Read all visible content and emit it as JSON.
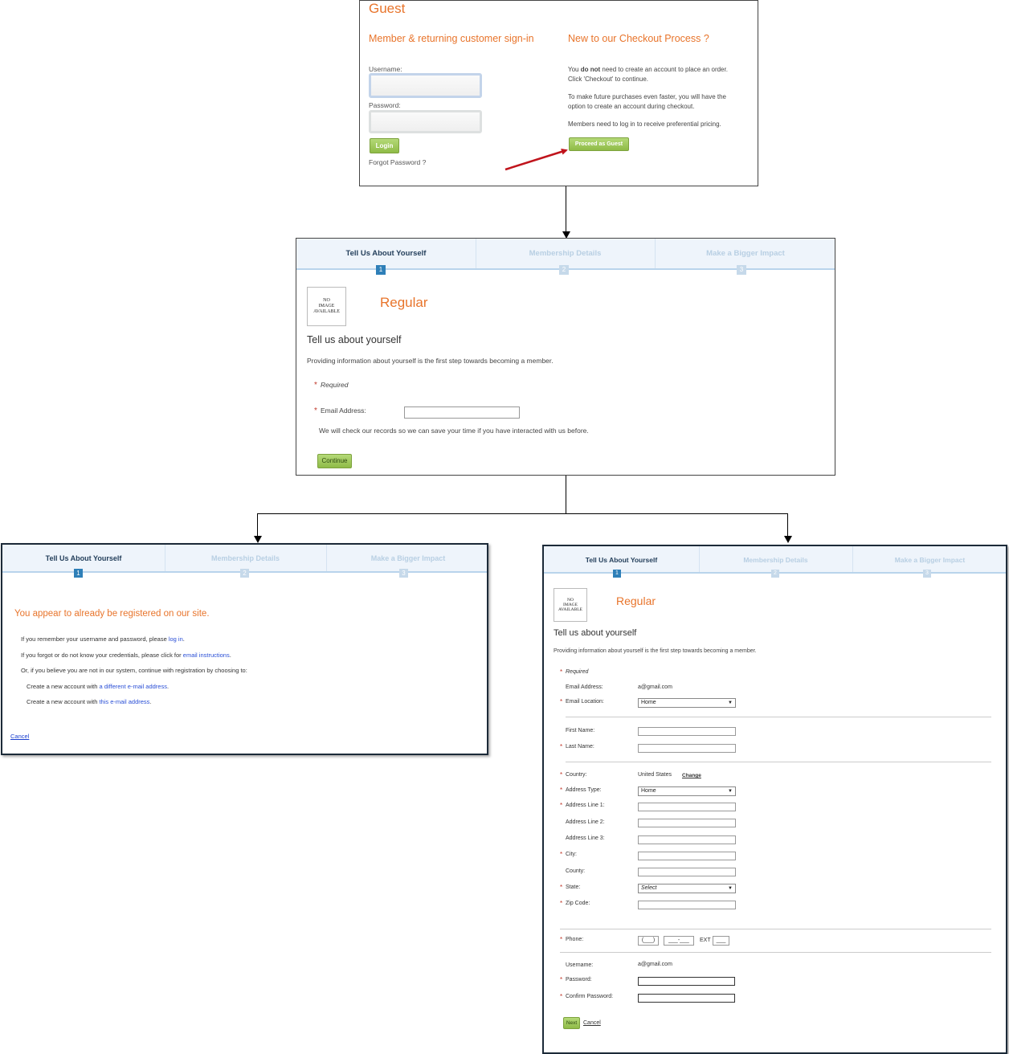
{
  "guest": {
    "title": "Guest",
    "signin_heading": "Member & returning customer sign-in",
    "username_label": "Username:",
    "password_label": "Password:",
    "login_button": "Login",
    "forgot_password": "Forgot Password ?",
    "new_heading": "New to our Checkout Process ?",
    "para1_a": "You ",
    "para1_bold": "do not",
    "para1_b": " need to create an account to place an order.",
    "para1_c": "Click 'Checkout' to continue.",
    "para2_a": "To make future purchases even faster, you will have the",
    "para2_b": "option to create an account during checkout.",
    "para3": "Members need to log in to receive preferential pricing.",
    "guest_button": "Proceed as Guest"
  },
  "steps": {
    "s1": "Tell Us About Yourself",
    "s2": "Membership Details",
    "s3": "Make a Bigger Impact",
    "n1": "1",
    "n2": "2",
    "n3": "3"
  },
  "noimage": {
    "l1": "NO",
    "l2": "IMAGE",
    "l3": "AVAILABLE"
  },
  "about": {
    "heading_regular": "Regular",
    "title": "Tell us about yourself",
    "intro": "Providing information about yourself is the first step towards becoming a member.",
    "star": "*",
    "required": "Required",
    "email_label": "Email Address:",
    "note": "We will check our records so we can save your time if you have interacted with us before.",
    "continue_button": "Continue"
  },
  "registered": {
    "heading": "You appear to already be registered on our site.",
    "line1_a": "If you remember your username and password, please ",
    "line1_link": "log in",
    "line1_b": ".",
    "line2_a": "If you forgot or do not know your credentials, please click for ",
    "line2_link": "email instructions",
    "line2_b": ".",
    "line3": "Or, if you believe you are not in our system, continue with registration by choosing to:",
    "line4_a": "Create a new account with ",
    "line4_link": "a different e-mail address",
    "line4_b": ".",
    "line5_a": "Create a new account with ",
    "line5_link": "this e-mail address",
    "line5_b": ".",
    "cancel": "Cancel"
  },
  "form": {
    "email_label": "Email Address:",
    "email_value": "a@gmail.com",
    "email_location_label": "Email Location:",
    "email_location_value": "Home",
    "first_name_label": "First Name:",
    "last_name_label": "Last Name:",
    "country_label": "Country:",
    "country_value": "United States",
    "change_link": "Change",
    "address_type_label": "Address Type:",
    "address_type_value": "Home",
    "addr1_label": "Address Line 1:",
    "addr2_label": "Address Line 2:",
    "addr3_label": "Address Line 3:",
    "city_label": "City:",
    "county_label": "County:",
    "state_label": "State:",
    "state_value": "Select",
    "zip_label": "Zip Code:",
    "phone_label": "Phone:",
    "phone_area": "(___)",
    "phone_num": "___-___",
    "ext_label": "EXT",
    "ext_value": "___",
    "username_label": "Username:",
    "username_value": "a@gmail.com",
    "password_label": "Password:",
    "confirm_label": "Confirm Password:",
    "next_button": "Next",
    "cancel_link": "Cancel"
  },
  "colors": {
    "accent_orange": "#e8742b",
    "button_green": "#9dc75a",
    "link_blue": "#2a4fd6",
    "required_red": "#c0392b",
    "step_active": "#2e7fb8",
    "arrow_red": "#c0141c"
  }
}
